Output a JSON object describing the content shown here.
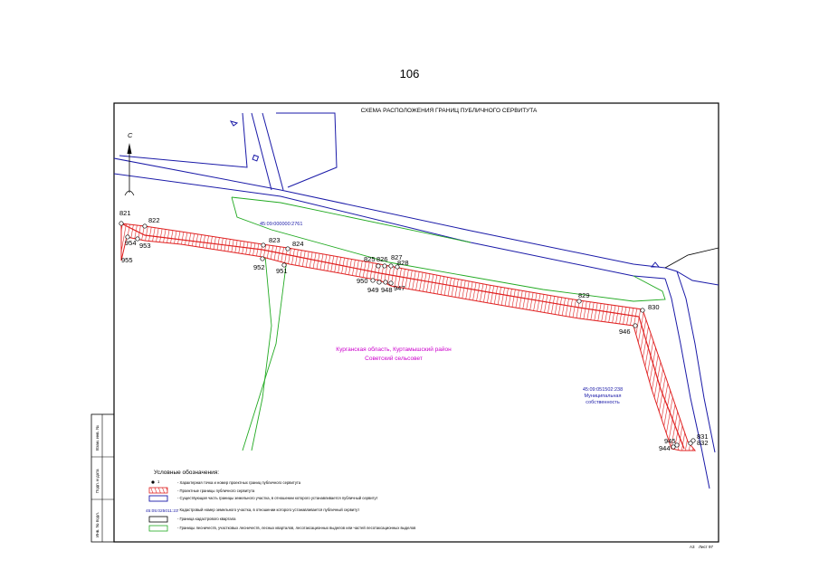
{
  "page_number": "106",
  "sheet_title": "СХЕМА РАСПОЛОЖЕНИЯ ГРАНИЦ ПУБЛИЧНОГО СЕРВИТУТА",
  "north_symbol": "С",
  "parcels": {
    "main_parcel": "45:09:000000:2761",
    "municipal_id": "45:09:051502:238",
    "municipal_line1": "Муниципальная",
    "municipal_line2": "собственность"
  },
  "region": {
    "line1": "Курганская область, Куртамышский район",
    "line2": "Советский сельсовет"
  },
  "points": [
    "821",
    "822",
    "954",
    "953",
    "955",
    "823",
    "824",
    "952",
    "951",
    "825",
    "826",
    "827",
    "828",
    "950",
    "949",
    "948",
    "947",
    "829",
    "830",
    "946",
    "831",
    "832",
    "945",
    "944"
  ],
  "legend": {
    "heading": "Условные обозначения:",
    "point_sample": "1",
    "items": [
      "- Характерная точка и номер проектных границ публичного сервитута",
      "- Проектные границы публичного сервитута",
      "- Существующая часть границы земельного участка, в отношении которого устанавливается публичный сервитут",
      "- Кадастровый номер земельного участка, в отношении которого устанавливается публичный сервитут",
      "- Граница кадастрового квартала",
      "- Границы лесничеств, участковых лесничеств, лесных кварталов, лесотаксационных выделов или частей лесотаксационных выделов"
    ],
    "cadastral_sample": "45:05:025011:23"
  },
  "side_stamp": [
    "Взам. инв. №",
    "Подп. и дата",
    "Инв. № подл."
  ],
  "footer": {
    "format": "А3",
    "sheet": "Лист 97"
  },
  "colors": {
    "servitude": "#e02020",
    "boundary": "#1a1aa8",
    "forest": "#22aa22",
    "region_text": "#cc00cc"
  }
}
